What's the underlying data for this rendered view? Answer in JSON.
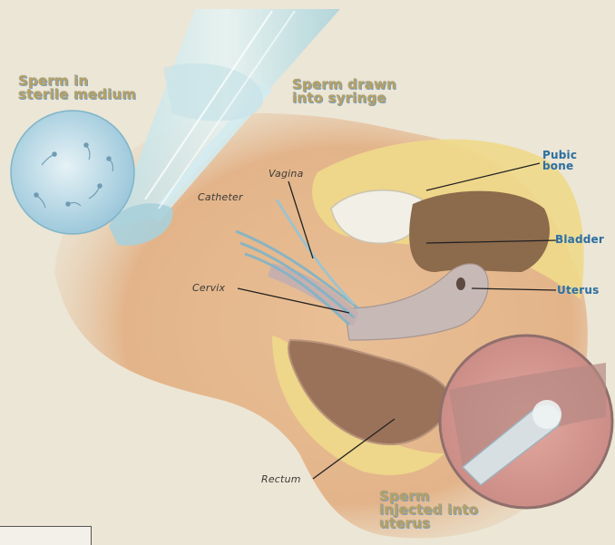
{
  "labels": {
    "sperm_medium_l1": "Sperm in",
    "sperm_medium_l2": "sterile medium",
    "syringe_l1": "Sperm drawn",
    "syringe_l2": "into syringe",
    "pubic_l1": "Pubic",
    "pubic_l2": "bone",
    "vagina": "Vagina",
    "catheter": "Catheter",
    "bladder": "Bladder",
    "cervix": "Cervix",
    "uterus": "Uterus",
    "rectum": "Rectum",
    "injected_l1": "Sperm",
    "injected_l2": "injected into",
    "injected_l3": "uterus"
  }
}
